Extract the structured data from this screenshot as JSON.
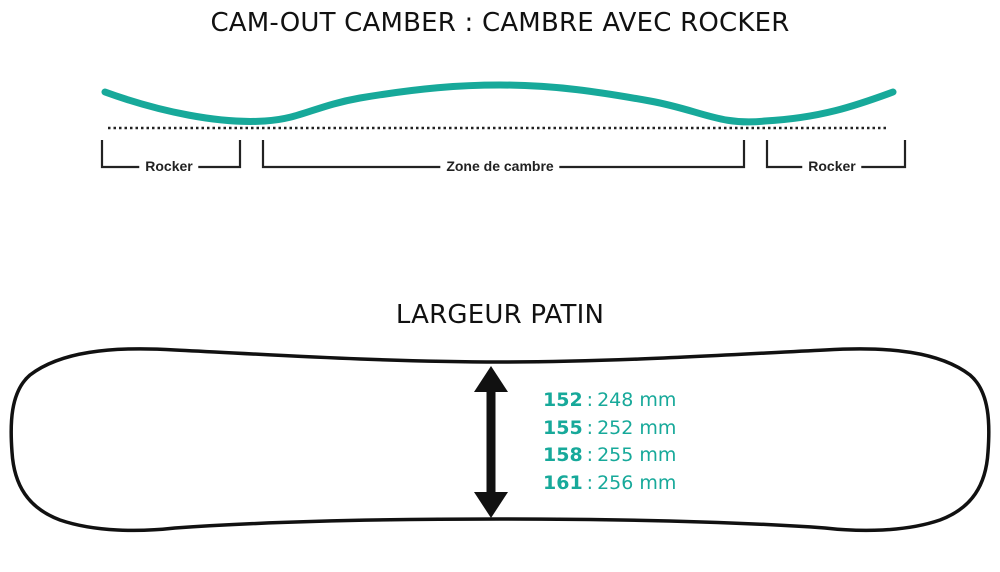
{
  "profile": {
    "title": "CAM-OUT CAMBER : CAMBRE AVEC ROCKER",
    "zones": [
      {
        "label": "Rocker"
      },
      {
        "label": "Zone de cambre"
      },
      {
        "label": "Rocker"
      }
    ],
    "profile_color": "#17a99a"
  },
  "width": {
    "title": "LARGEUR PATIN",
    "separator": ":",
    "sizes": [
      {
        "size": "152",
        "width": "248 mm"
      },
      {
        "size": "155",
        "width": "252 mm"
      },
      {
        "size": "158",
        "width": "255 mm"
      },
      {
        "size": "161",
        "width": "256 mm"
      }
    ],
    "text_color": "#17a99a"
  }
}
